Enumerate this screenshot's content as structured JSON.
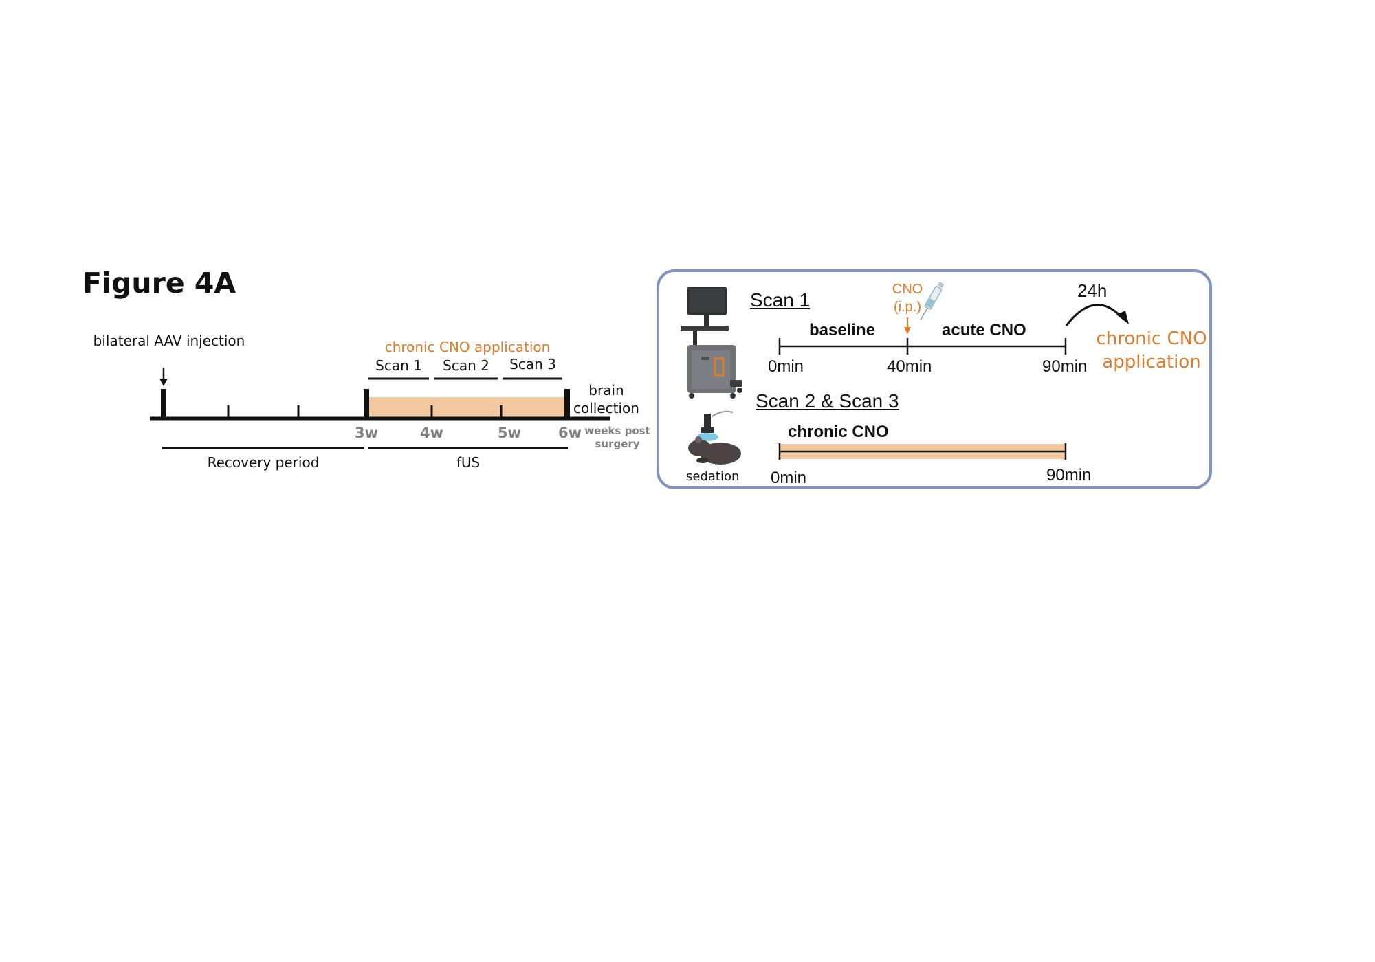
{
  "figure_title": "Figure 4A",
  "left_timeline": {
    "injection_label": "bilateral AAV injection",
    "chronic_label": "chronic CNO application",
    "scans": [
      "Scan 1",
      "Scan 2",
      "Scan 3"
    ],
    "brain_collection_label": "brain collection",
    "weeks": [
      "3w",
      "4w",
      "5w",
      "6w"
    ],
    "weeks_axis_label": "weeks post surgery",
    "recovery_label": "Recovery period",
    "fus_label": "fUS"
  },
  "right_panel": {
    "scan1_title": "Scan 1",
    "cno_label": "CNO (i.p.)",
    "baseline_label": "baseline",
    "acute_label": "acute CNO",
    "delay_label": "24h",
    "chronic_label": "chronic CNO application",
    "scan1_times": [
      "0min",
      "40min",
      "90min"
    ],
    "scan23_title": "Scan 2 & Scan 3",
    "chronic_cno_label": "chronic CNO",
    "scan23_times": [
      "0min",
      "90min"
    ],
    "sedation_label": "sedation"
  },
  "colors": {
    "accent_orange": "#e07b2a",
    "chronic_fill": "#f2c9a0",
    "panel_border": "#8393bb",
    "week_grey": "#808080"
  },
  "icons": [
    "down-arrow-icon",
    "syringe-icon",
    "curved-arrow-icon",
    "ultrasound-workstation-icon",
    "sedated-mouse-icon"
  ]
}
